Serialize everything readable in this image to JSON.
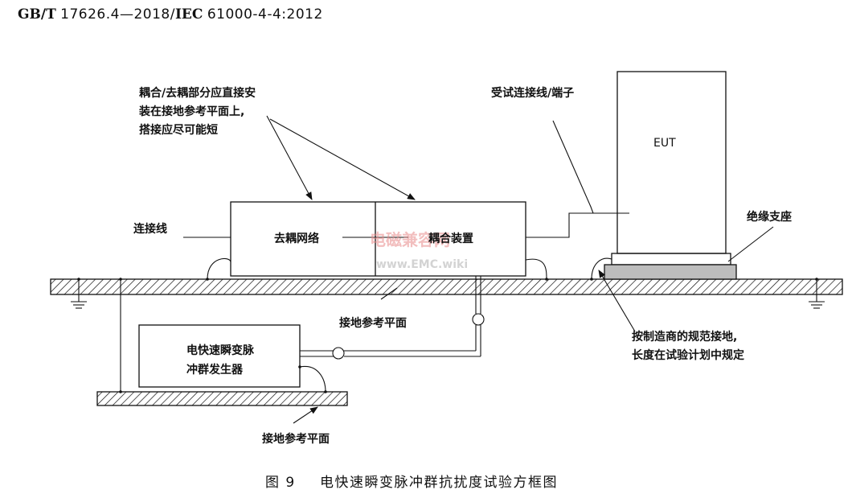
{
  "header": {
    "standard": "GB/T",
    "number": "17626.4—2018/",
    "iec": "IEC",
    "iec_number": "61000-4-4:2012"
  },
  "labels": {
    "coupling_note_1": "耦合/去耦部分应直接安",
    "coupling_note_2": "装在接地参考平面上,",
    "coupling_note_3": "搭接应尽可能短",
    "connection_line": "连接线",
    "decoupling_network": "去耦网络",
    "coupling_device": "耦合装置",
    "cable_under_test": "受试连接线/端子",
    "eut": "EUT",
    "insulating_support": "绝缘支座",
    "ground_ref_plane_top": "接地参考平面",
    "generator_1": "电快速瞬变脉",
    "generator_2": "冲群发生器",
    "manufacturer_ground_1": "按制造商的规范接地,",
    "manufacturer_ground_2": "长度在试验计划中规定",
    "ground_ref_plane_bottom": "接地参考平面"
  },
  "watermark": {
    "line1": "电磁兼容网",
    "line2": "www.EMC.wiki"
  },
  "caption": {
    "figure": "图 9",
    "title": "电快速瞬变脉冲群抗扰度试验方框图"
  }
}
